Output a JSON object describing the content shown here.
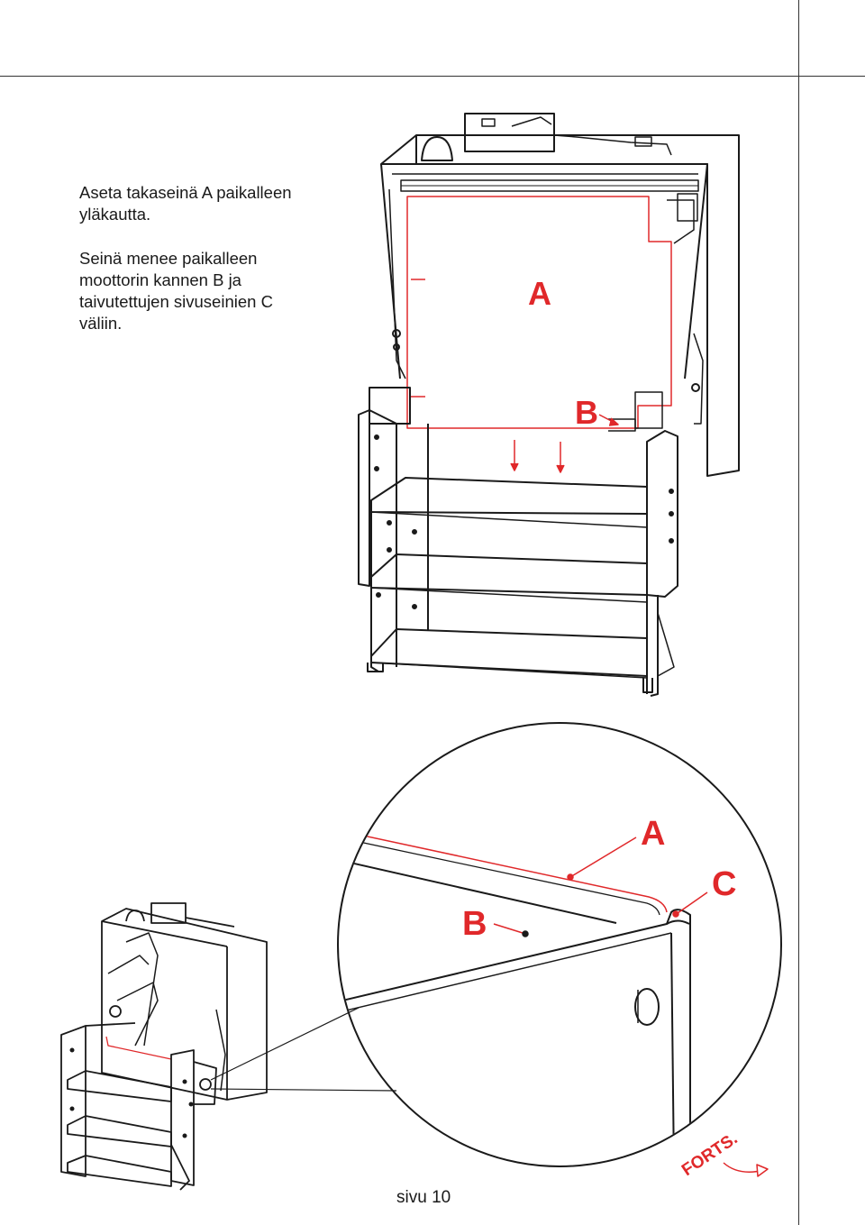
{
  "instructions": {
    "paragraph1": "Aseta takaseinä A paikalleen\nyläkautta.",
    "paragraph2": "Seinä menee paikalleen\nmoottorin kannen B ja\ntaivutettujen sivuseinien C\nväliin."
  },
  "figure_main": {
    "label_a": "A",
    "label_b": "B"
  },
  "figure_detail": {
    "label_a": "A",
    "label_b": "B",
    "label_c": "C"
  },
  "continue_label": "FORTS.",
  "page_number": "sivu 10",
  "colors": {
    "accent": "#e0282a",
    "line": "#1a1a1a"
  }
}
